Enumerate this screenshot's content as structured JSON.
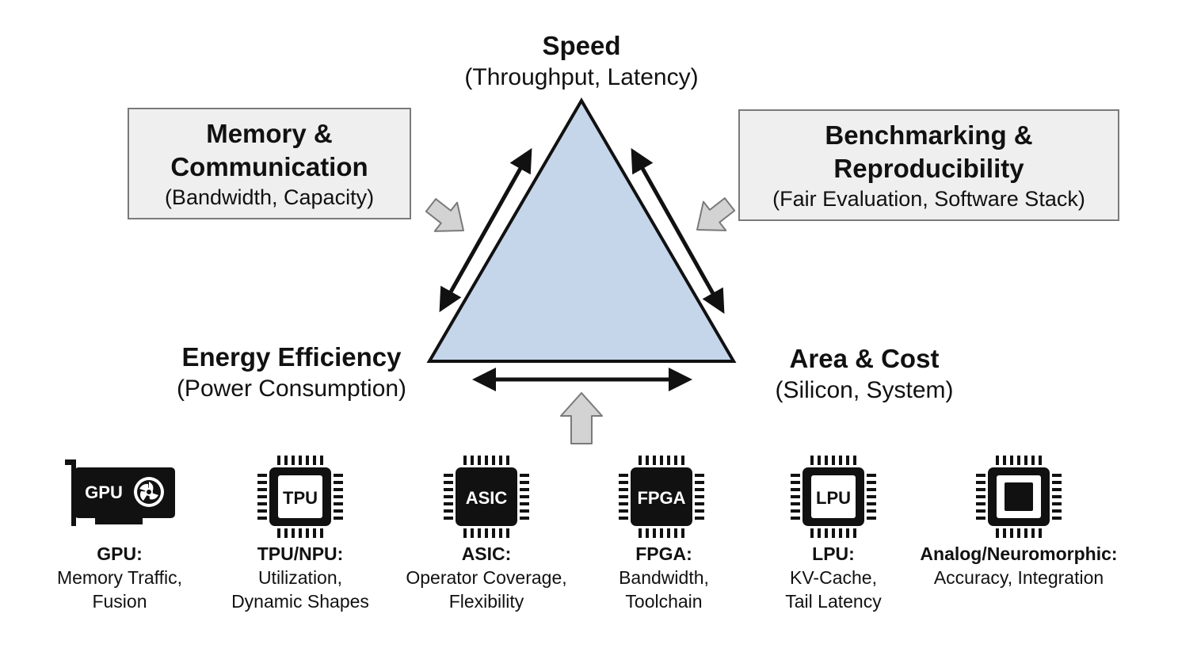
{
  "vertices": {
    "top": {
      "title": "Speed",
      "subtitle": "(Throughput, Latency)"
    },
    "left": {
      "title": "Energy Efficiency",
      "subtitle": "(Power Consumption)"
    },
    "right": {
      "title": "Area & Cost",
      "subtitle": "(Silicon, System)"
    }
  },
  "boxes": {
    "left": {
      "title_line1": "Memory &",
      "title_line2": "Communication",
      "subtitle": "(Bandwidth, Capacity)"
    },
    "right": {
      "title_line1": "Benchmarking &",
      "title_line2": "Reproducibility",
      "subtitle": "(Fair Evaluation, Software Stack)"
    }
  },
  "hardware": [
    {
      "icon": "gpu-card-icon",
      "icon_label": "GPU",
      "name": "GPU:",
      "line1": "Memory Traffic,",
      "line2": "Fusion"
    },
    {
      "icon": "tpu-chip-icon",
      "icon_label": "TPU",
      "name": "TPU/NPU:",
      "line1": "Utilization,",
      "line2": "Dynamic Shapes"
    },
    {
      "icon": "asic-chip-icon",
      "icon_label": "ASIC",
      "name": "ASIC:",
      "line1": "Operator Coverage,",
      "line2": "Flexibility"
    },
    {
      "icon": "fpga-chip-icon",
      "icon_label": "FPGA",
      "name": "FPGA:",
      "line1": "Bandwidth,",
      "line2": "Toolchain"
    },
    {
      "icon": "lpu-chip-icon",
      "icon_label": "LPU",
      "name": "LPU:",
      "line1": "KV-Cache,",
      "line2": "Tail Latency"
    },
    {
      "icon": "neuromorphic-chip-icon",
      "icon_label": "",
      "name": "Analog/Neuromorphic:",
      "line1": "Accuracy, Integration",
      "line2": ""
    }
  ],
  "colors": {
    "triangle_fill": "#c5d5ea",
    "box_fill": "#efefef",
    "hollow_arrow_fill": "#d3d3d3",
    "ink": "#111111"
  }
}
